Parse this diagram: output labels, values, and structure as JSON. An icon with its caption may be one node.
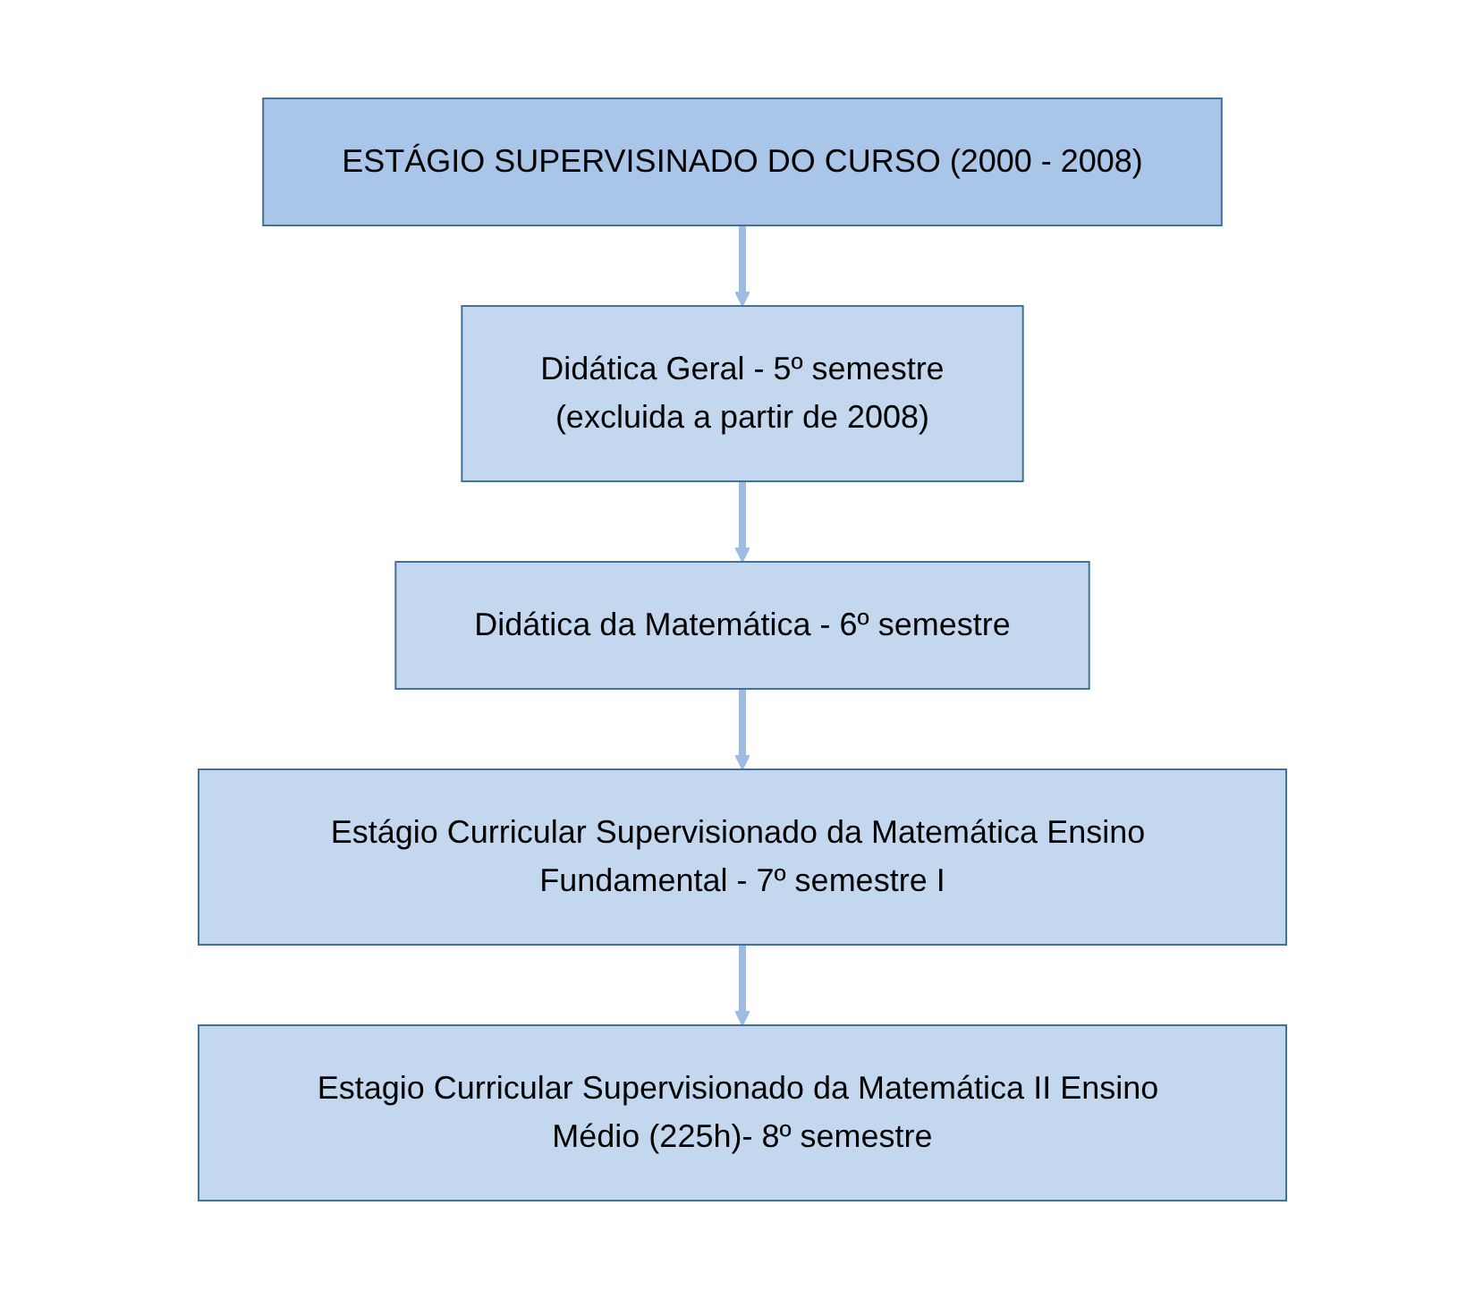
{
  "diagram": {
    "nodes": [
      {
        "text": [
          "ESTÁGIO SUPERVISINADO DO CURSO (2000 - 2008)"
        ]
      },
      {
        "text": [
          "Didática Geral - 5º semestre",
          "(excluida a partir de 2008)"
        ]
      },
      {
        "text": [
          "Didática da Matemática - 6º semestre"
        ]
      },
      {
        "text": [
          "Estágio Curricular Supervisionado da Matemática Ensino Fundamental - 7º semestre I"
        ]
      },
      {
        "text": [
          "Estagio Curricular Supervisionado da Matemática II Ensino Médio (225h)- 8º semestre"
        ]
      }
    ],
    "edges": [
      {
        "from": 0,
        "to": 1,
        "arrow": "to"
      },
      {
        "from": 1,
        "to": 2,
        "arrow": "to"
      },
      {
        "from": 2,
        "to": 3,
        "arrow": "to"
      },
      {
        "from": 3,
        "to": 4,
        "arrow": "to"
      }
    ]
  }
}
